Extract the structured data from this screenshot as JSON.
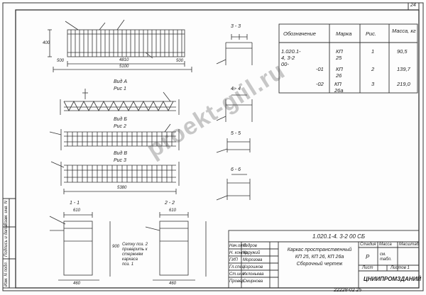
{
  "sheet_number": "24",
  "bottom_code": "22228-02  25",
  "watermark": "proekt-giil.ru",
  "spec_table": {
    "headers": [
      "Обозначение",
      "Марка",
      "Рис.",
      "Масса, кг"
    ],
    "rows": [
      {
        "designation": "1.020.1-4, 3-2 00-",
        "mark": "КП 25",
        "fig": "1",
        "mass": "90,5"
      },
      {
        "designation": "-01",
        "mark": "КП 26",
        "fig": "2",
        "mass": "139,7"
      },
      {
        "designation": "-02",
        "mark": "КП 26а",
        "fig": "3",
        "mass": "219,0"
      }
    ]
  },
  "views": {
    "top_dims": {
      "left": "500",
      "mid": "4810",
      "total": "5100",
      "right": "500",
      "h": "400"
    },
    "view1": {
      "label": "Вид А",
      "fig": "Рис 1"
    },
    "view2": {
      "label": "Вид Б",
      "fig": "Рис 2"
    },
    "view3": {
      "label": "Вид В",
      "fig": "Рис 3"
    },
    "view3_dim": "5380",
    "sec11": {
      "label": "1 - 1",
      "w": "610",
      "h": "900",
      "bottom": "460"
    },
    "sec22": {
      "label": "2 - 2",
      "w": "610",
      "bottom": "460"
    },
    "sec33": "3 - 3",
    "sec44": "4 - 4",
    "sec55": "5 - 5",
    "sec66": "6 - 6",
    "note": [
      "Сетку поз. 2",
      "приварить к",
      "стержням",
      "каркаса",
      "поз. 1"
    ]
  },
  "title_block": {
    "code": "1.020.1-4.        3-2  00 СБ",
    "title_lines": [
      "Каркас пространственный",
      "КП 25, КП 26, КП 26а",
      "Сборочный чертеж"
    ],
    "stage_h": "Стадия",
    "mass_h": "Масса",
    "scale_h": "Масштаб",
    "stage": "Р",
    "mass": "см. табл.",
    "sheet_h": "Лист",
    "sheets_h": "Листов 1",
    "org": "ЦНИИПРОМЗДАНИЙ",
    "people": [
      [
        "Нач.отд.",
        "Кедров"
      ],
      [
        "Н. контр.",
        "Хоружий"
      ],
      [
        "ГИП",
        "Морозова"
      ],
      [
        "Гл.спец.",
        "Хорошков"
      ],
      [
        "Ст.инж.",
        "Уклоньева"
      ],
      [
        "Провер.",
        "Смирнова"
      ]
    ]
  },
  "side_stamp": [
    "Изм. N подл.",
    "Подпись и дата",
    "Взам. инв. N"
  ]
}
